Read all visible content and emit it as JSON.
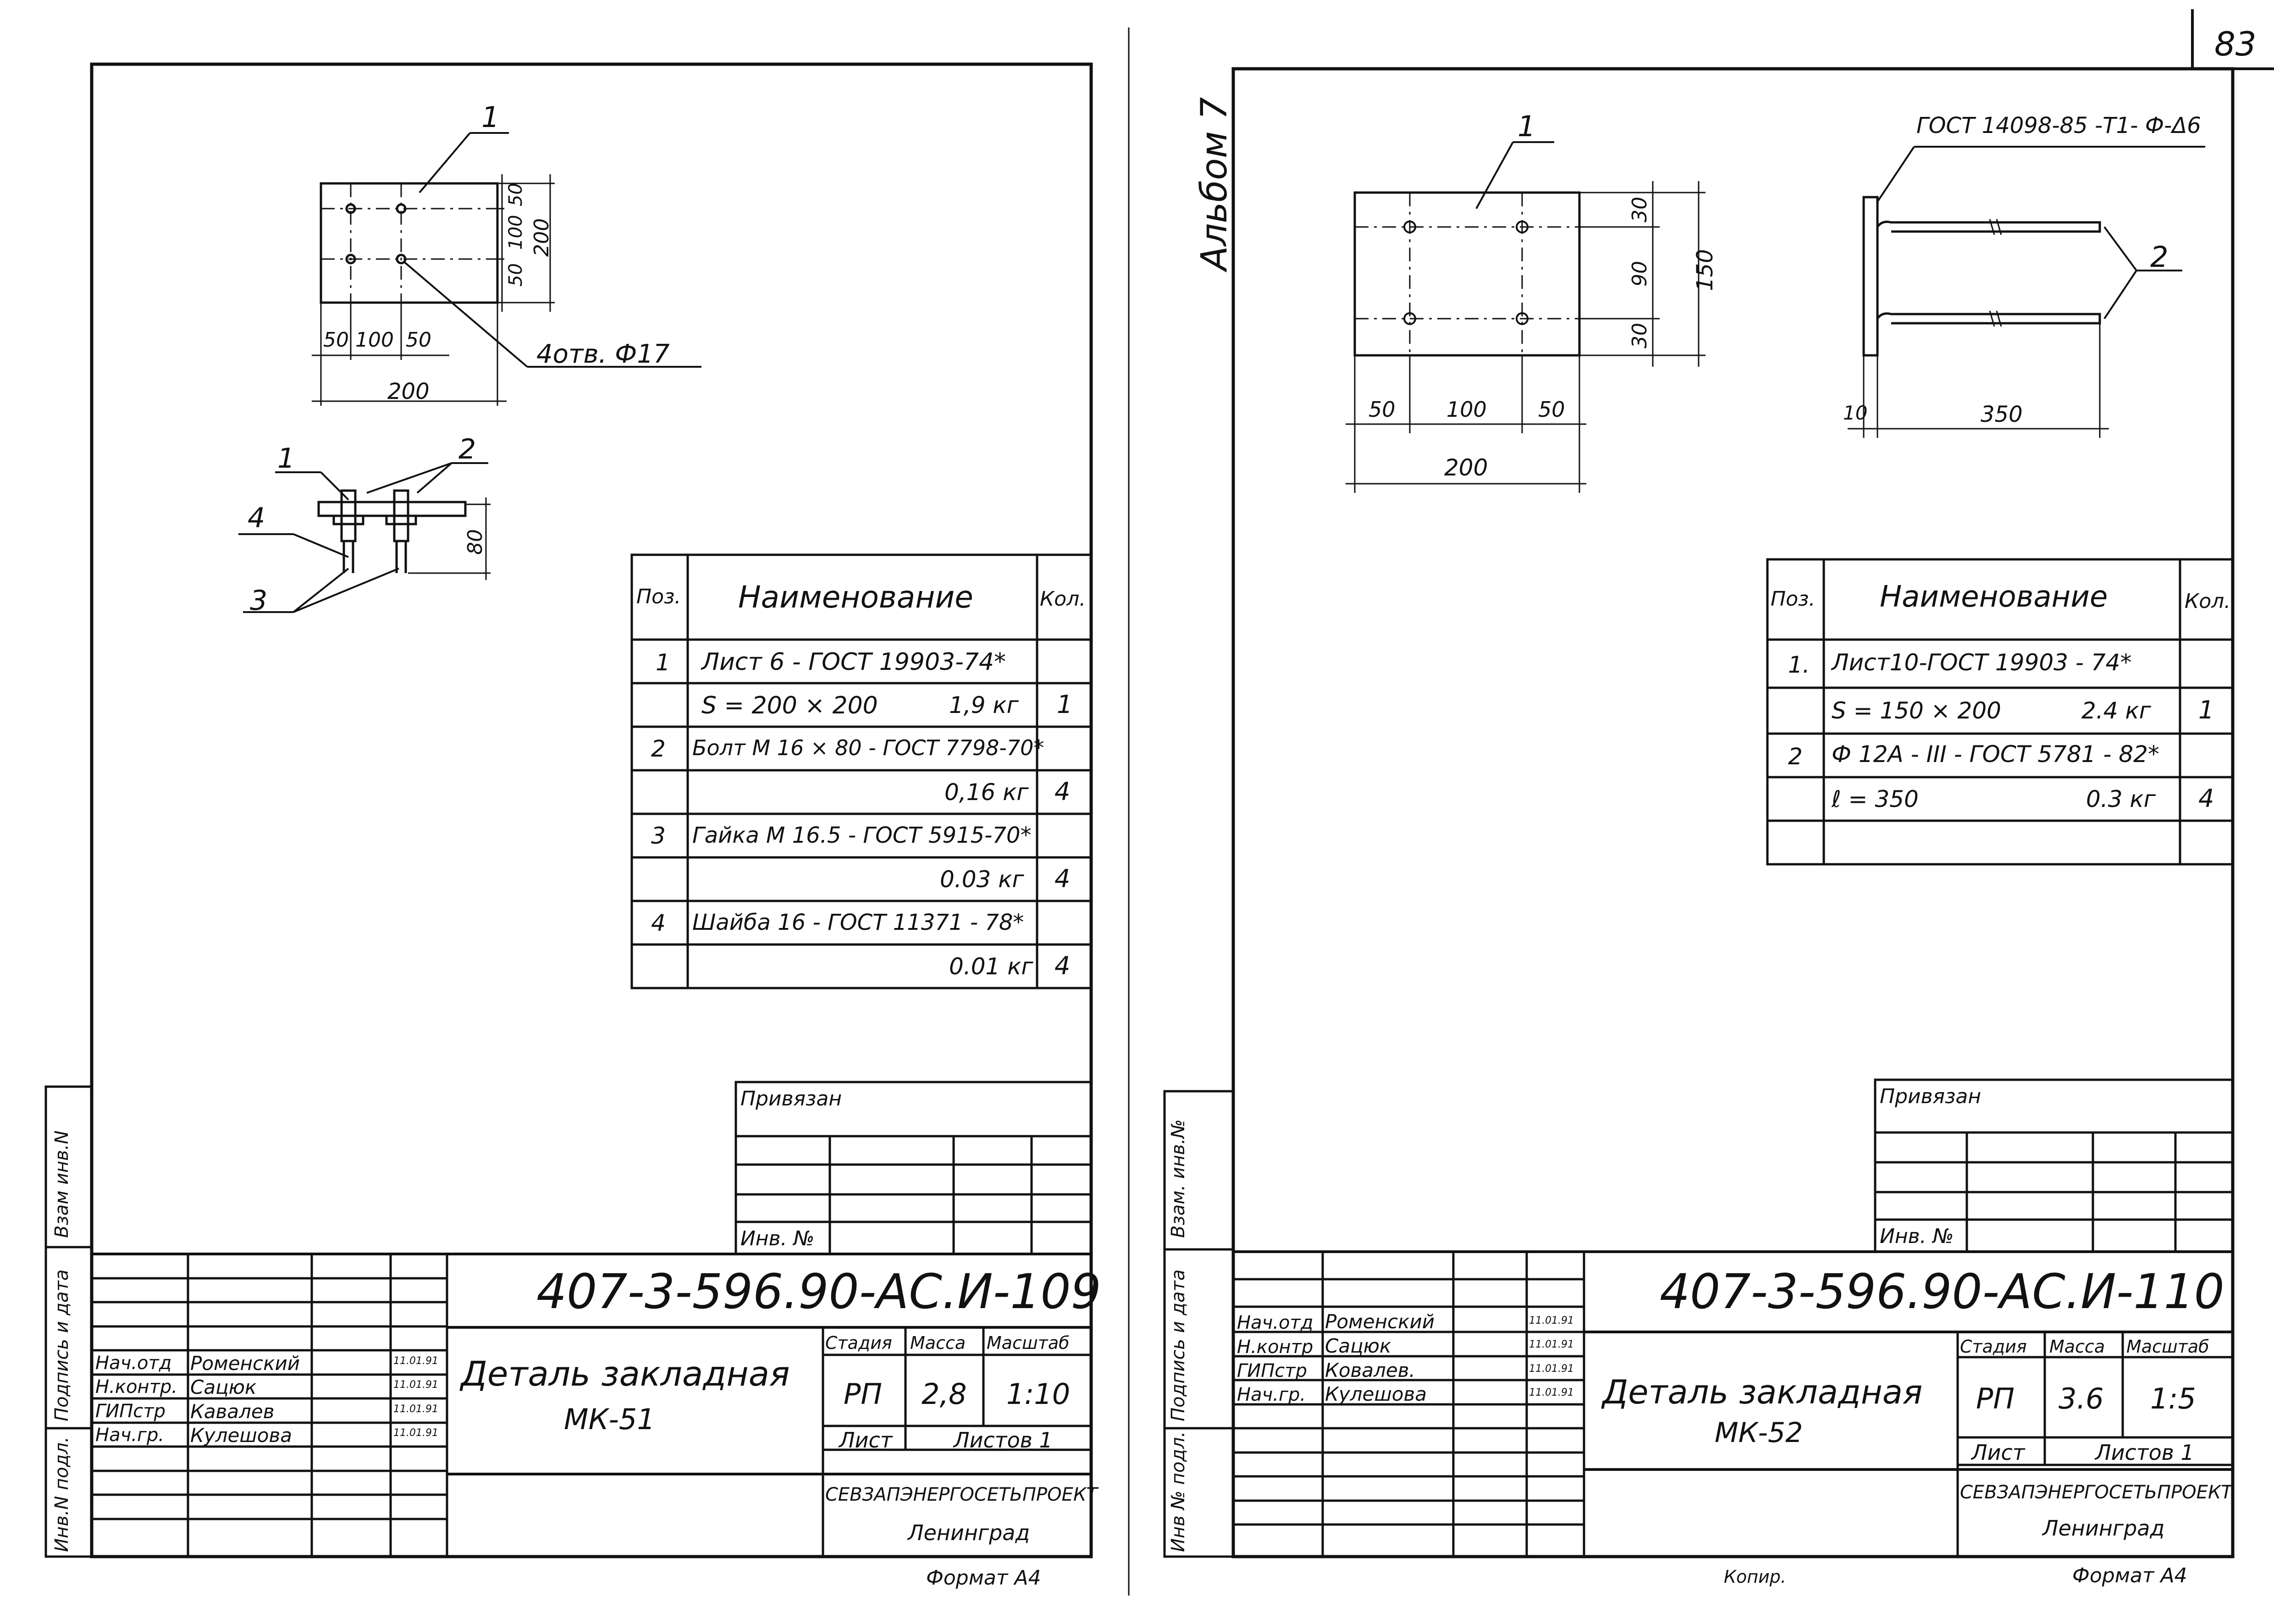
{
  "page_number": "83",
  "album": "Альбом 7",
  "left": {
    "drawing": {
      "pos_1": "1",
      "pos_2": "2",
      "pos_3": "3",
      "pos_4": "4",
      "dims": {
        "d50a": "50",
        "d100a": "100",
        "d50b": "50",
        "d200v": "200",
        "d50c": "50",
        "d100b": "100",
        "d50d": "50",
        "d200h": "200",
        "d80": "80"
      },
      "holes_note": "4отв. Ф17"
    },
    "spec": {
      "headers": {
        "pos": "Поз.",
        "name": "Наименование",
        "qty": "Кол."
      },
      "rows": [
        {
          "pos": "1",
          "name": "Лист 6 - ГОСТ 19903-74*",
          "qty": ""
        },
        {
          "pos": "",
          "name": "S = 200 × 200",
          "mass": "1,9 кг",
          "qty": "1"
        },
        {
          "pos": "2",
          "name": "Болт М 16 × 80 - ГОСТ 7798-70*",
          "qty": ""
        },
        {
          "pos": "",
          "name": "",
          "mass": "0,16 кг",
          "qty": "4"
        },
        {
          "pos": "3",
          "name": "Гайка М 16.5 - ГОСТ 5915-70*",
          "qty": ""
        },
        {
          "pos": "",
          "name": "",
          "mass": "0.03 кг",
          "qty": "4"
        },
        {
          "pos": "4",
          "name": "Шайба 16 - ГОСТ 11371 - 78*",
          "qty": ""
        },
        {
          "pos": "",
          "name": "",
          "mass": "0.01 кг",
          "qty": "4"
        }
      ]
    },
    "privyazan": "Привязан",
    "inv_no": "Инв. №",
    "code": "407-3-596.90-АС.И-109",
    "title1": "Деталь закладная",
    "title2": "МК-51",
    "people": [
      {
        "role": "Нач.отд",
        "name": "Роменский",
        "date": "11.01.91"
      },
      {
        "role": "Н.контр.",
        "name": "Сацюк",
        "date": "11.01.91"
      },
      {
        "role": "ГИПстр",
        "name": "Кавалев",
        "date": "11.01.91"
      },
      {
        "role": "Нач.гр.",
        "name": "Кулешова",
        "date": "11.01.91"
      }
    ],
    "stage_label": "Стадия",
    "mass_label": "Масса",
    "scale_label": "Масштаб",
    "stage": "РП",
    "mass": "2,8",
    "scale": "1:10",
    "sheet_label": "Лист",
    "sheets_label": "Листов 1",
    "org": "СЕВЗАПЭНЕРГОСЕТЬПРОЕКТ",
    "city": "Ленинград",
    "format": "Формат А4",
    "side_labels": [
      "Инв.N подл.",
      "Подпись и дата",
      "Взам инв.N"
    ]
  },
  "right": {
    "drawing": {
      "pos_1": "1",
      "pos_2": "2",
      "gost_note": "ГОСТ 14098-85 -Т1- Ф-Δ6",
      "dims": {
        "d30a": "30",
        "d90": "90",
        "d30b": "30",
        "d150": "150",
        "d50a": "50",
        "d100": "100",
        "d50b": "50",
        "d200": "200",
        "d10": "10",
        "d350": "350"
      }
    },
    "spec": {
      "headers": {
        "pos": "Поз.",
        "name": "Наименование",
        "qty": "Кол."
      },
      "rows": [
        {
          "pos": "1.",
          "name": "Лист10-ГОСТ 19903 - 74*",
          "qty": ""
        },
        {
          "pos": "",
          "name": "S = 150 × 200",
          "mass": "2.4 кг",
          "qty": "1"
        },
        {
          "pos": "2",
          "name": "Ф 12А - III - ГОСТ 5781 - 82*",
          "qty": ""
        },
        {
          "pos": "",
          "name": "ℓ = 350",
          "mass": "0.3 кг",
          "qty": "4"
        },
        {
          "pos": "",
          "name": "",
          "qty": ""
        }
      ]
    },
    "privyazan": "Привязан",
    "inv_no": "Инв. №",
    "code": "407-3-596.90-АС.И-110",
    "title1": "Деталь закладная",
    "title2": "МК-52",
    "people": [
      {
        "role": "Нач.отд",
        "name": "Роменский",
        "date": "11.01.91"
      },
      {
        "role": "Н.контр",
        "name": "Сацюк",
        "date": "11.01.91"
      },
      {
        "role": "ГИПстр",
        "name": "Ковалев.",
        "date": "11.01.91"
      },
      {
        "role": "Нач.гр.",
        "name": "Кулешова",
        "date": "11.01.91"
      }
    ],
    "stage_label": "Стадия",
    "mass_label": "Масса",
    "scale_label": "Масштаб",
    "stage": "РП",
    "mass": "3.6",
    "scale": "1:5",
    "sheet_label": "Лист",
    "sheets_label": "Листов 1",
    "org": "СЕВЗАПЭНЕРГОСЕТЬПРОЕКТ",
    "city": "Ленинград",
    "format": "Формат А4",
    "copy_note": "Копир.",
    "side_labels": [
      "Инв № подл.",
      "Подпись и дата",
      "Взам. инв.№"
    ]
  }
}
